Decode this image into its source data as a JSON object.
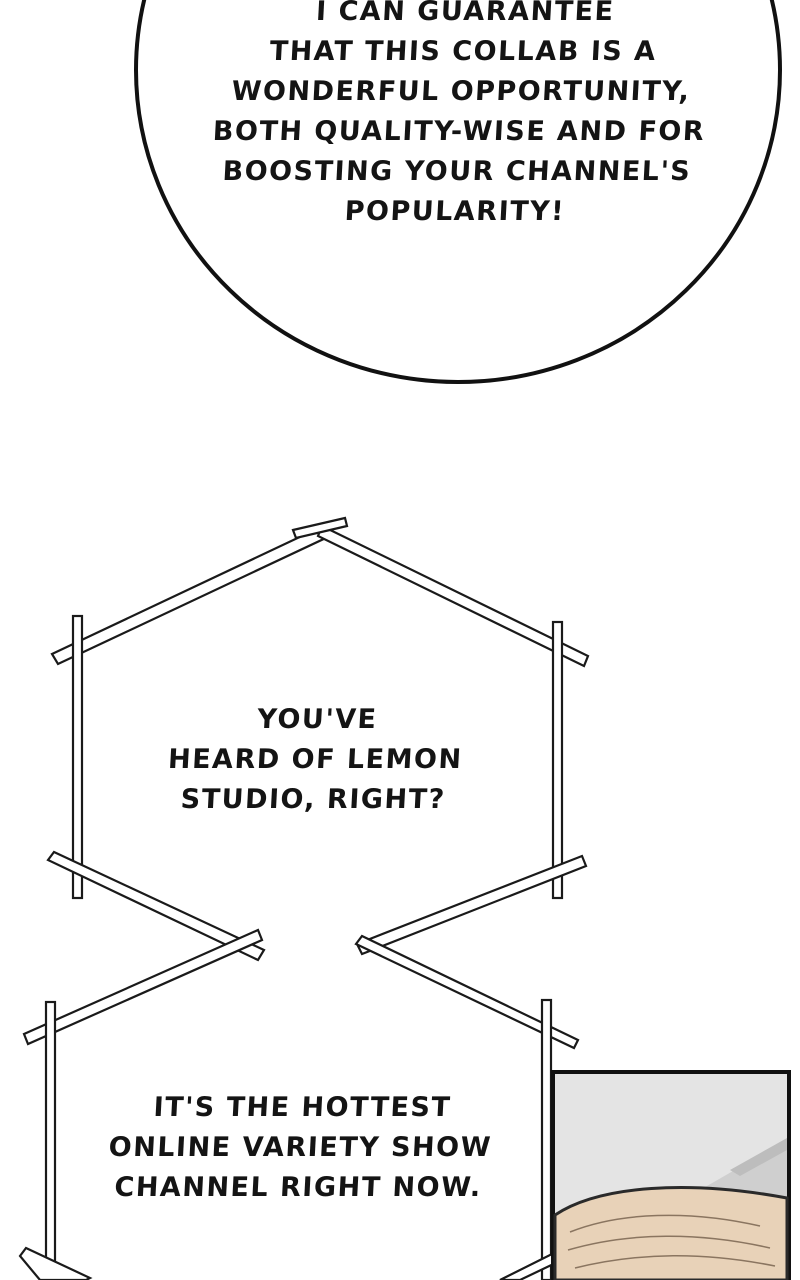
{
  "bubbles": {
    "round_speech": {
      "lines": [
        "I CAN GUARANTEE",
        "THAT THIS COLLAB IS A",
        "WONDERFUL OPPORTUNITY,",
        "BOTH QUALITY-WISE AND FOR",
        "BOOSTING YOUR CHANNEL'S",
        "POPULARITY!"
      ]
    },
    "hex_upper": {
      "lines": [
        "YOU'VE",
        "HEARD OF LEMON",
        "STUDIO, RIGHT?"
      ]
    },
    "hex_lower": {
      "lines": [
        "IT'S THE HOTTEST",
        "ONLINE VARIETY SHOW",
        "CHANNEL RIGHT NOW."
      ]
    }
  },
  "colors": {
    "background": "#ffffff",
    "ink": "#141414",
    "panel_wall": "#e4e4e4",
    "panel_skin": "#e8d2b8"
  },
  "art": {
    "corner_panel": "partial view of a character's head (bald scalp) against a grey wall"
  }
}
